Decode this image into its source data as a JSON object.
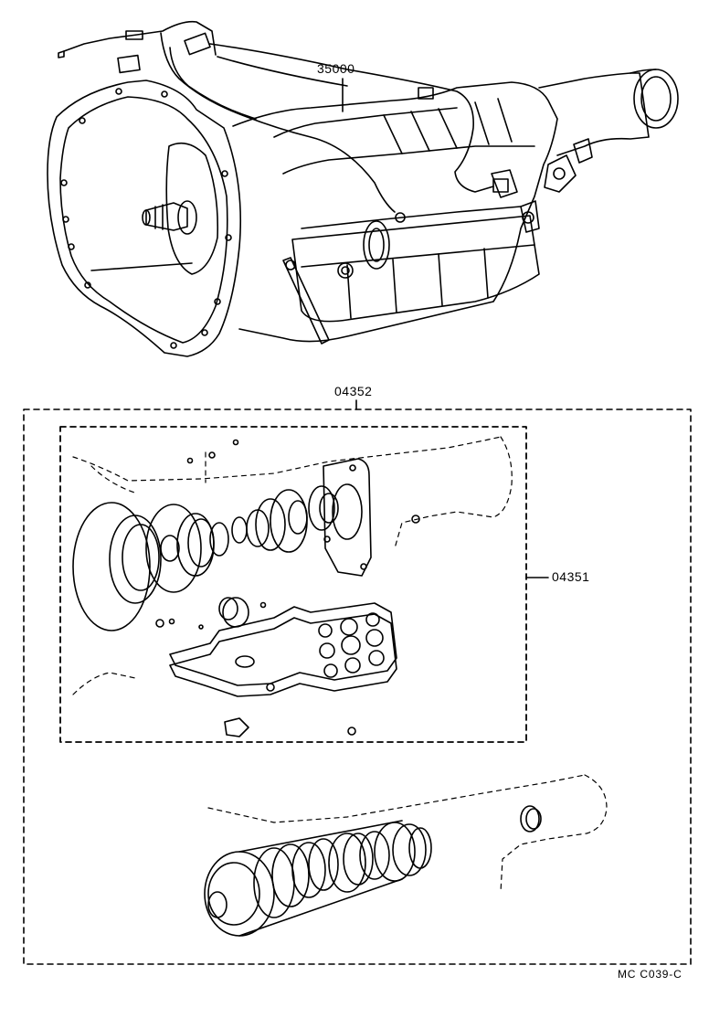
{
  "callouts": {
    "transmission_assembly": "35000",
    "overhaul_gasket_kit": "04352",
    "gasket_kit": "04351"
  },
  "drawing_reference": "MC  C039-C"
}
